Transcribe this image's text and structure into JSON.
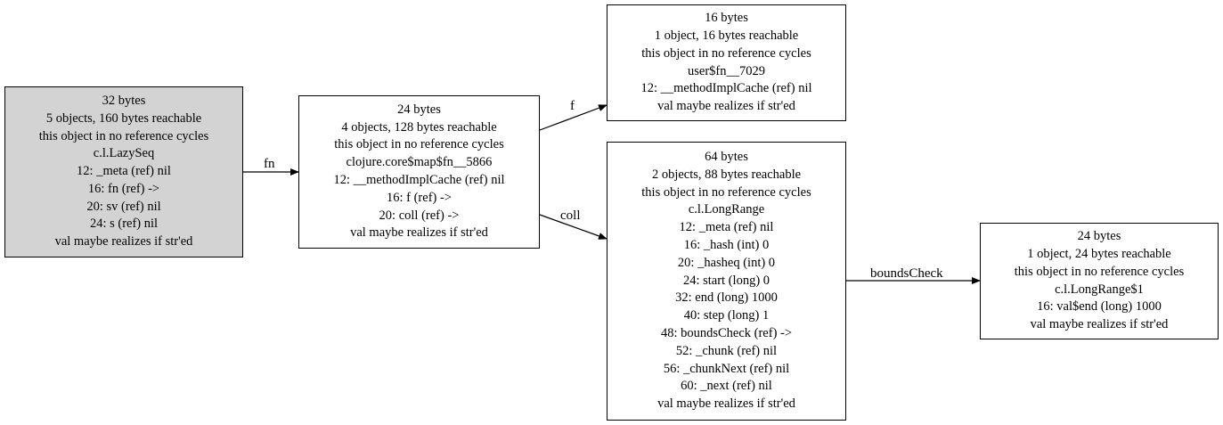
{
  "nodes": {
    "lazyseq": {
      "lines": [
        "32 bytes",
        "5 objects, 160 bytes reachable",
        "this object in no reference cycles",
        "c.l.LazySeq",
        "12: _meta (ref) nil",
        "16: fn (ref) ->",
        "20: sv (ref) nil",
        "24: s (ref) nil",
        "val maybe realizes if str'ed"
      ]
    },
    "mapfn": {
      "lines": [
        "24 bytes",
        "4 objects, 128 bytes reachable",
        "this object in no reference cycles",
        "clojure.core$map$fn__5866",
        "12: __methodImplCache (ref) nil",
        "16: f (ref) ->",
        "20: coll (ref) ->",
        "val maybe realizes if str'ed"
      ]
    },
    "userfn": {
      "lines": [
        "16 bytes",
        "1 object, 16 bytes reachable",
        "this object in no reference cycles",
        "user$fn__7029",
        "12: __methodImplCache (ref) nil",
        "val maybe realizes if str'ed"
      ]
    },
    "longrange": {
      "lines": [
        "64 bytes",
        "2 objects, 88 bytes reachable",
        "this object in no reference cycles",
        "c.l.LongRange",
        "12: _meta (ref) nil",
        "16: _hash (int) 0",
        "20: _hasheq (int) 0",
        "24: start (long) 0",
        "32: end (long) 1000",
        "40: step (long) 1",
        "48: boundsCheck (ref) ->",
        "52: _chunk (ref) nil",
        "56: _chunkNext (ref) nil",
        "60: _next (ref) nil",
        "val maybe realizes if str'ed"
      ]
    },
    "longrange1": {
      "lines": [
        "24 bytes",
        "1 object, 24 bytes reachable",
        "this object in no reference cycles",
        "c.l.LongRange$1",
        "16: val$end (long) 1000",
        "val maybe realizes if str'ed"
      ]
    }
  },
  "edges": [
    {
      "from": "lazyseq",
      "to": "mapfn",
      "label": "fn"
    },
    {
      "from": "mapfn",
      "to": "userfn",
      "label": "f"
    },
    {
      "from": "mapfn",
      "to": "longrange",
      "label": "coll"
    },
    {
      "from": "longrange",
      "to": "longrange1",
      "label": "boundsCheck"
    }
  ]
}
